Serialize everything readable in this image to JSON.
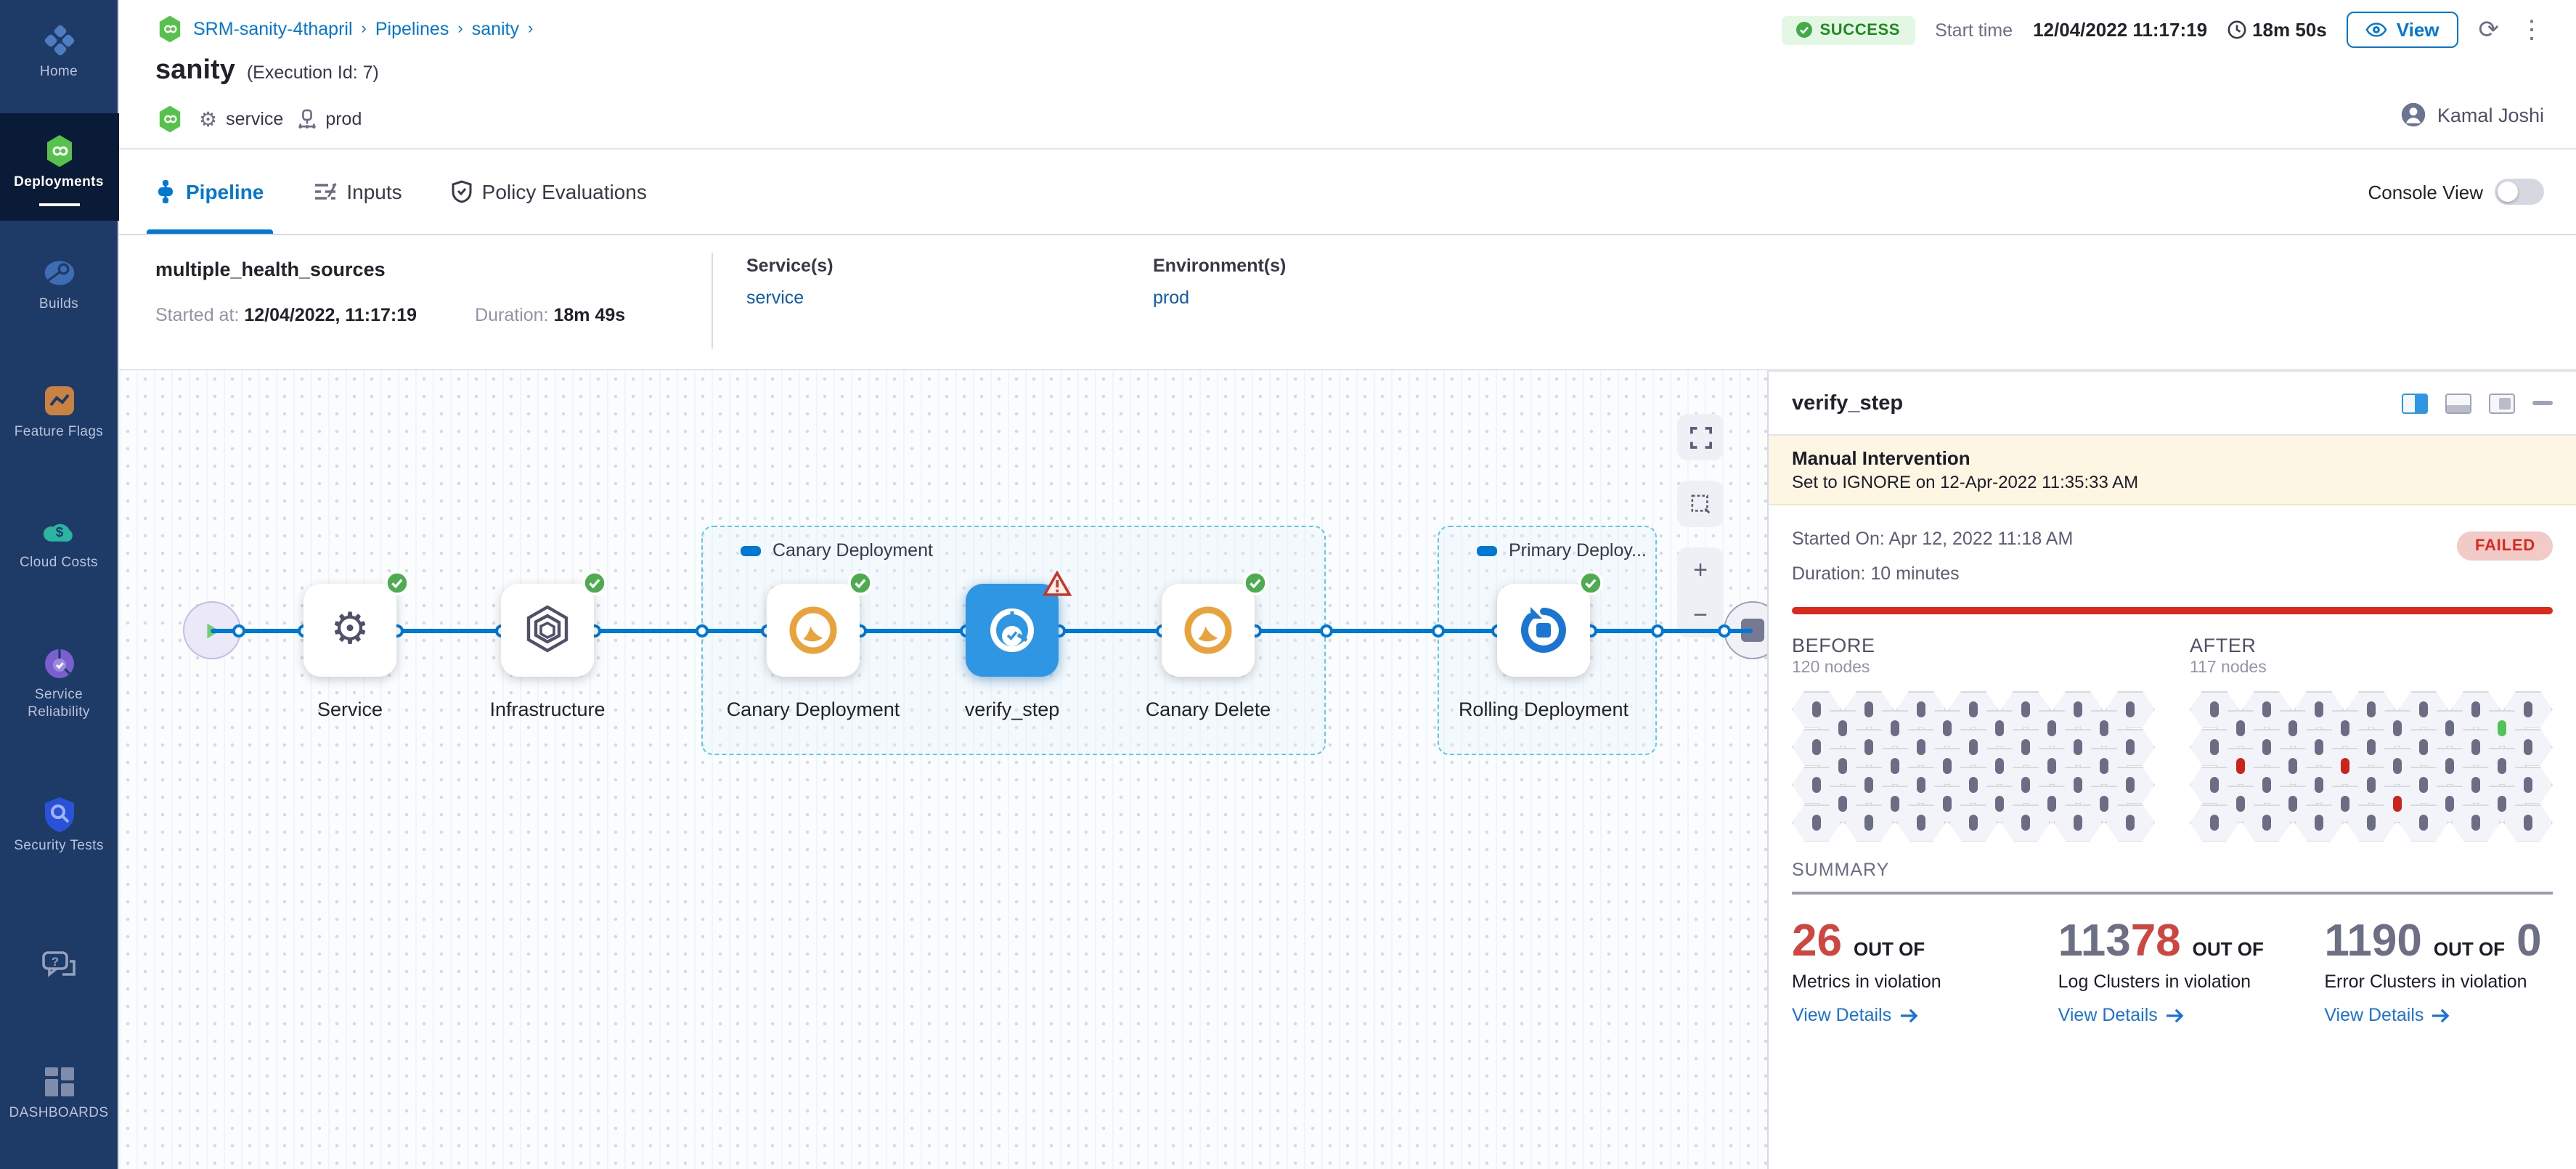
{
  "sidebar": {
    "items": [
      {
        "id": "home",
        "label": "Home",
        "icon": "home-icon",
        "active": false
      },
      {
        "id": "deployments",
        "label": "Deployments",
        "icon": "deployments-icon",
        "active": true
      },
      {
        "id": "builds",
        "label": "Builds",
        "icon": "builds-icon",
        "active": false
      },
      {
        "id": "feature-flags",
        "label": "Feature Flags",
        "icon": "feature-flags-icon",
        "active": false
      },
      {
        "id": "cloud-costs",
        "label": "Cloud Costs",
        "icon": "cloud-costs-icon",
        "active": false
      },
      {
        "id": "service-reliability",
        "label": "Service Reliability",
        "icon": "service-reliability-icon",
        "active": false
      },
      {
        "id": "security-tests",
        "label": "Security Tests",
        "icon": "security-tests-icon",
        "active": false
      }
    ],
    "help_icon": "chat-help-icon",
    "dashboards_label": "DASHBOARDS"
  },
  "topbar": {
    "breadcrumbs": [
      "SRM-sanity-4thapril",
      "Pipelines",
      "sanity"
    ],
    "status": "SUCCESS",
    "start_time_label": "Start time",
    "start_time": "12/04/2022 11:17:19",
    "duration": "18m 50s",
    "view_label": "View",
    "user_name": "Kamal Joshi"
  },
  "title": {
    "name": "sanity",
    "execution_id": "(Execution Id: 7)",
    "service_tag": "service",
    "env_tag": "prod"
  },
  "tabs": [
    {
      "label": "Pipeline",
      "active": true
    },
    {
      "label": "Inputs",
      "active": false
    },
    {
      "label": "Policy Evaluations",
      "active": false
    }
  ],
  "console_view_label": "Console View",
  "info": {
    "pipeline_name": "multiple_health_sources",
    "started_label": "Started at:",
    "started_value": "12/04/2022, 11:17:19",
    "duration_label": "Duration:",
    "duration_value": "18m 49s",
    "services_label": "Service(s)",
    "services_value": "service",
    "envs_label": "Environment(s)",
    "envs_value": "prod"
  },
  "pipeline": {
    "groups": [
      {
        "label": "Canary Deployment"
      },
      {
        "label": "Primary Deploy..."
      }
    ],
    "nodes": [
      {
        "label": "Service",
        "icon": "gear-icon",
        "status": "success",
        "selected": false
      },
      {
        "label": "Infrastructure",
        "icon": "infrastructure-icon",
        "status": "success",
        "selected": false
      },
      {
        "label": "Canary Deployment",
        "icon": "canary-icon",
        "status": "success",
        "selected": false
      },
      {
        "label": "verify_step",
        "icon": "verify-icon",
        "status": "warning",
        "selected": true
      },
      {
        "label": "Canary Delete",
        "icon": "canary-icon",
        "status": "success",
        "selected": false
      },
      {
        "label": "Rolling Deployment",
        "icon": "rolling-icon",
        "status": "success",
        "selected": false
      }
    ]
  },
  "panel": {
    "title": "verify_step",
    "banner_title": "Manual Intervention",
    "banner_text": "Set to IGNORE on 12-Apr-2022 11:35:33 AM",
    "started_on": "Started On: Apr 12, 2022 11:18 AM",
    "duration": "Duration: 10 minutes",
    "status_badge": "FAILED",
    "before": {
      "label": "BEFORE",
      "sub": "120 nodes",
      "grid": [
        "ggggggg",
        "gggggg",
        "ggggggg",
        "gggggg",
        "ggggggg",
        "gggggg",
        "ggggggg"
      ]
    },
    "after": {
      "label": "AFTER",
      "sub": "117 nodes",
      "grid": [
        "ggggggg",
        "gggggG",
        "ggggggg",
        "rgrggg",
        "ggggggg",
        "gggrgg",
        "ggggggg"
      ]
    },
    "summary_label": "SUMMARY",
    "summary": [
      {
        "number_parts": [
          {
            "text": "26",
            "color": "red"
          }
        ],
        "out_of": "OUT OF",
        "desc": "Metrics in violation",
        "link": "View Details"
      },
      {
        "number_parts": [
          {
            "text": "113",
            "color": "gray"
          },
          {
            "text": "78",
            "color": "red"
          }
        ],
        "out_of": "OUT OF",
        "desc": "Log Clusters in violation",
        "link": "View Details"
      },
      {
        "number_parts": [
          {
            "text": "1190",
            "color": "gray"
          }
        ],
        "out_of": "OUT OF",
        "suffix_number": {
          "text": "0",
          "color": "gray"
        },
        "desc": "Error Clusters in violation",
        "link": "View Details"
      }
    ]
  },
  "colors": {
    "accent_blue": "#0278d5",
    "success_green": "#1e8b22",
    "fail_red": "#da291d",
    "banner_yellow": "#fdf6e3",
    "sidebar_navy": "#1e3a66"
  }
}
